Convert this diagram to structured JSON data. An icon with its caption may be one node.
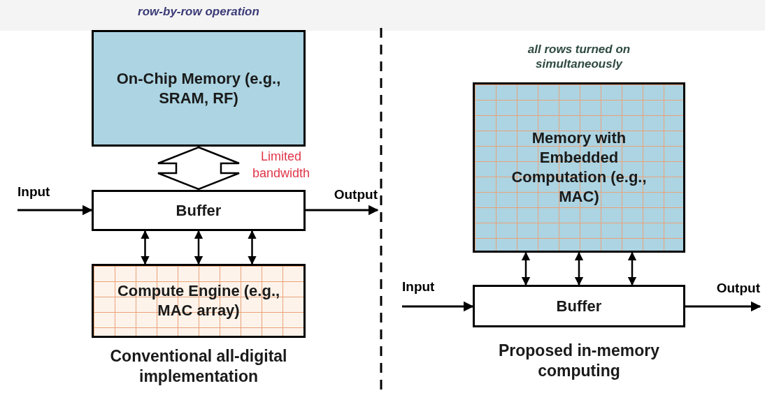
{
  "diagram": {
    "nodes": [
      {
        "text": [
          "On-Chip Memory (e.g., SRAM, RF)"
        ],
        "beside": [
          "row-by-row operation"
        ]
      },
      {
        "text": [
          "Buffer"
        ]
      },
      {
        "text": [
          "Compute Engine (e.g., MAC array)"
        ]
      },
      {
        "text": [
          "Memory with Embedded Computation (e.g., MAC)"
        ],
        "beside": [
          "all rows turned on simultaneously"
        ]
      },
      {
        "text": [
          "Buffer"
        ]
      },
      {
        "text": [
          "Input"
        ]
      },
      {
        "text": [
          "Output"
        ]
      },
      {
        "text": [
          "Input"
        ]
      },
      {
        "text": [
          "Output"
        ]
      }
    ],
    "edges": [
      {
        "from": 0,
        "to": 1,
        "arrow": "both",
        "style": "thick",
        "label": "Limited bandwidth"
      },
      {
        "from": 5,
        "to": 1,
        "arrow": "to"
      },
      {
        "from": 1,
        "to": 6,
        "arrow": "to"
      },
      {
        "from": 1,
        "to": 2,
        "arrow": "both"
      },
      {
        "from": 1,
        "to": 2,
        "arrow": "both"
      },
      {
        "from": 1,
        "to": 2,
        "arrow": "both"
      },
      {
        "from": 3,
        "to": 4,
        "arrow": "both"
      },
      {
        "from": 3,
        "to": 4,
        "arrow": "both"
      },
      {
        "from": 3,
        "to": 4,
        "arrow": "both"
      },
      {
        "from": 7,
        "to": 4,
        "arrow": "to"
      },
      {
        "from": 4,
        "to": 8,
        "arrow": "to"
      }
    ],
    "labels": [
      "Conventional all-digital implementation",
      "Proposed in-memory computing"
    ]
  }
}
